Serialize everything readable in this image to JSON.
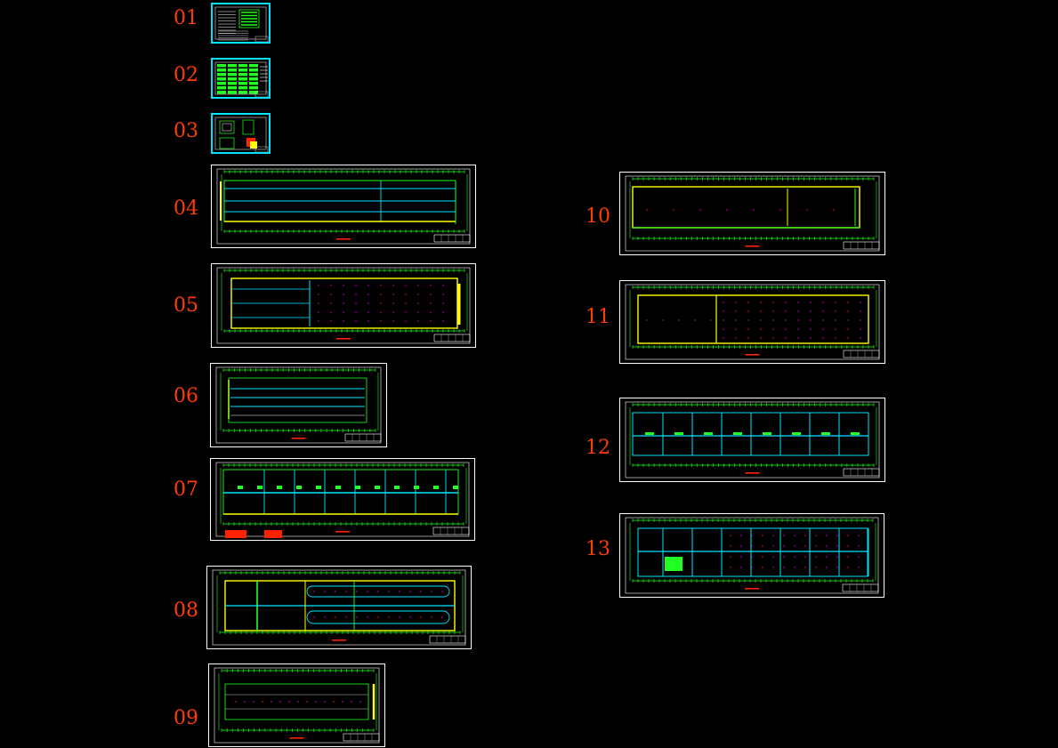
{
  "colors": {
    "background": "#000000",
    "label": "#ff3d00",
    "frame": "#ffffff",
    "cover_frame": "#00e5ff",
    "grid_green": "#22ff22",
    "wall_yellow": "#ffff00",
    "pipe_cyan": "#00e5ff",
    "magenta": "#ff00ff",
    "red": "#ff2200"
  },
  "sheets": [
    {
      "id": "01",
      "label": "01",
      "kind": "cover-text"
    },
    {
      "id": "02",
      "label": "02",
      "kind": "cover-table"
    },
    {
      "id": "03",
      "label": "03",
      "kind": "details"
    },
    {
      "id": "04",
      "label": "04",
      "kind": "plan-lines"
    },
    {
      "id": "05",
      "label": "05",
      "kind": "plan-dots-right"
    },
    {
      "id": "06",
      "label": "06",
      "kind": "plan-lines-short"
    },
    {
      "id": "07",
      "label": "07",
      "kind": "plan-rooms"
    },
    {
      "id": "08",
      "label": "08",
      "kind": "plan-loops"
    },
    {
      "id": "09",
      "label": "09",
      "kind": "plan-dots-row"
    },
    {
      "id": "10",
      "label": "10",
      "kind": "plan-yellow"
    },
    {
      "id": "11",
      "label": "11",
      "kind": "plan-dots-grid"
    },
    {
      "id": "12",
      "label": "12",
      "kind": "plan-bays"
    },
    {
      "id": "13",
      "label": "13",
      "kind": "plan-bays-dots"
    }
  ]
}
